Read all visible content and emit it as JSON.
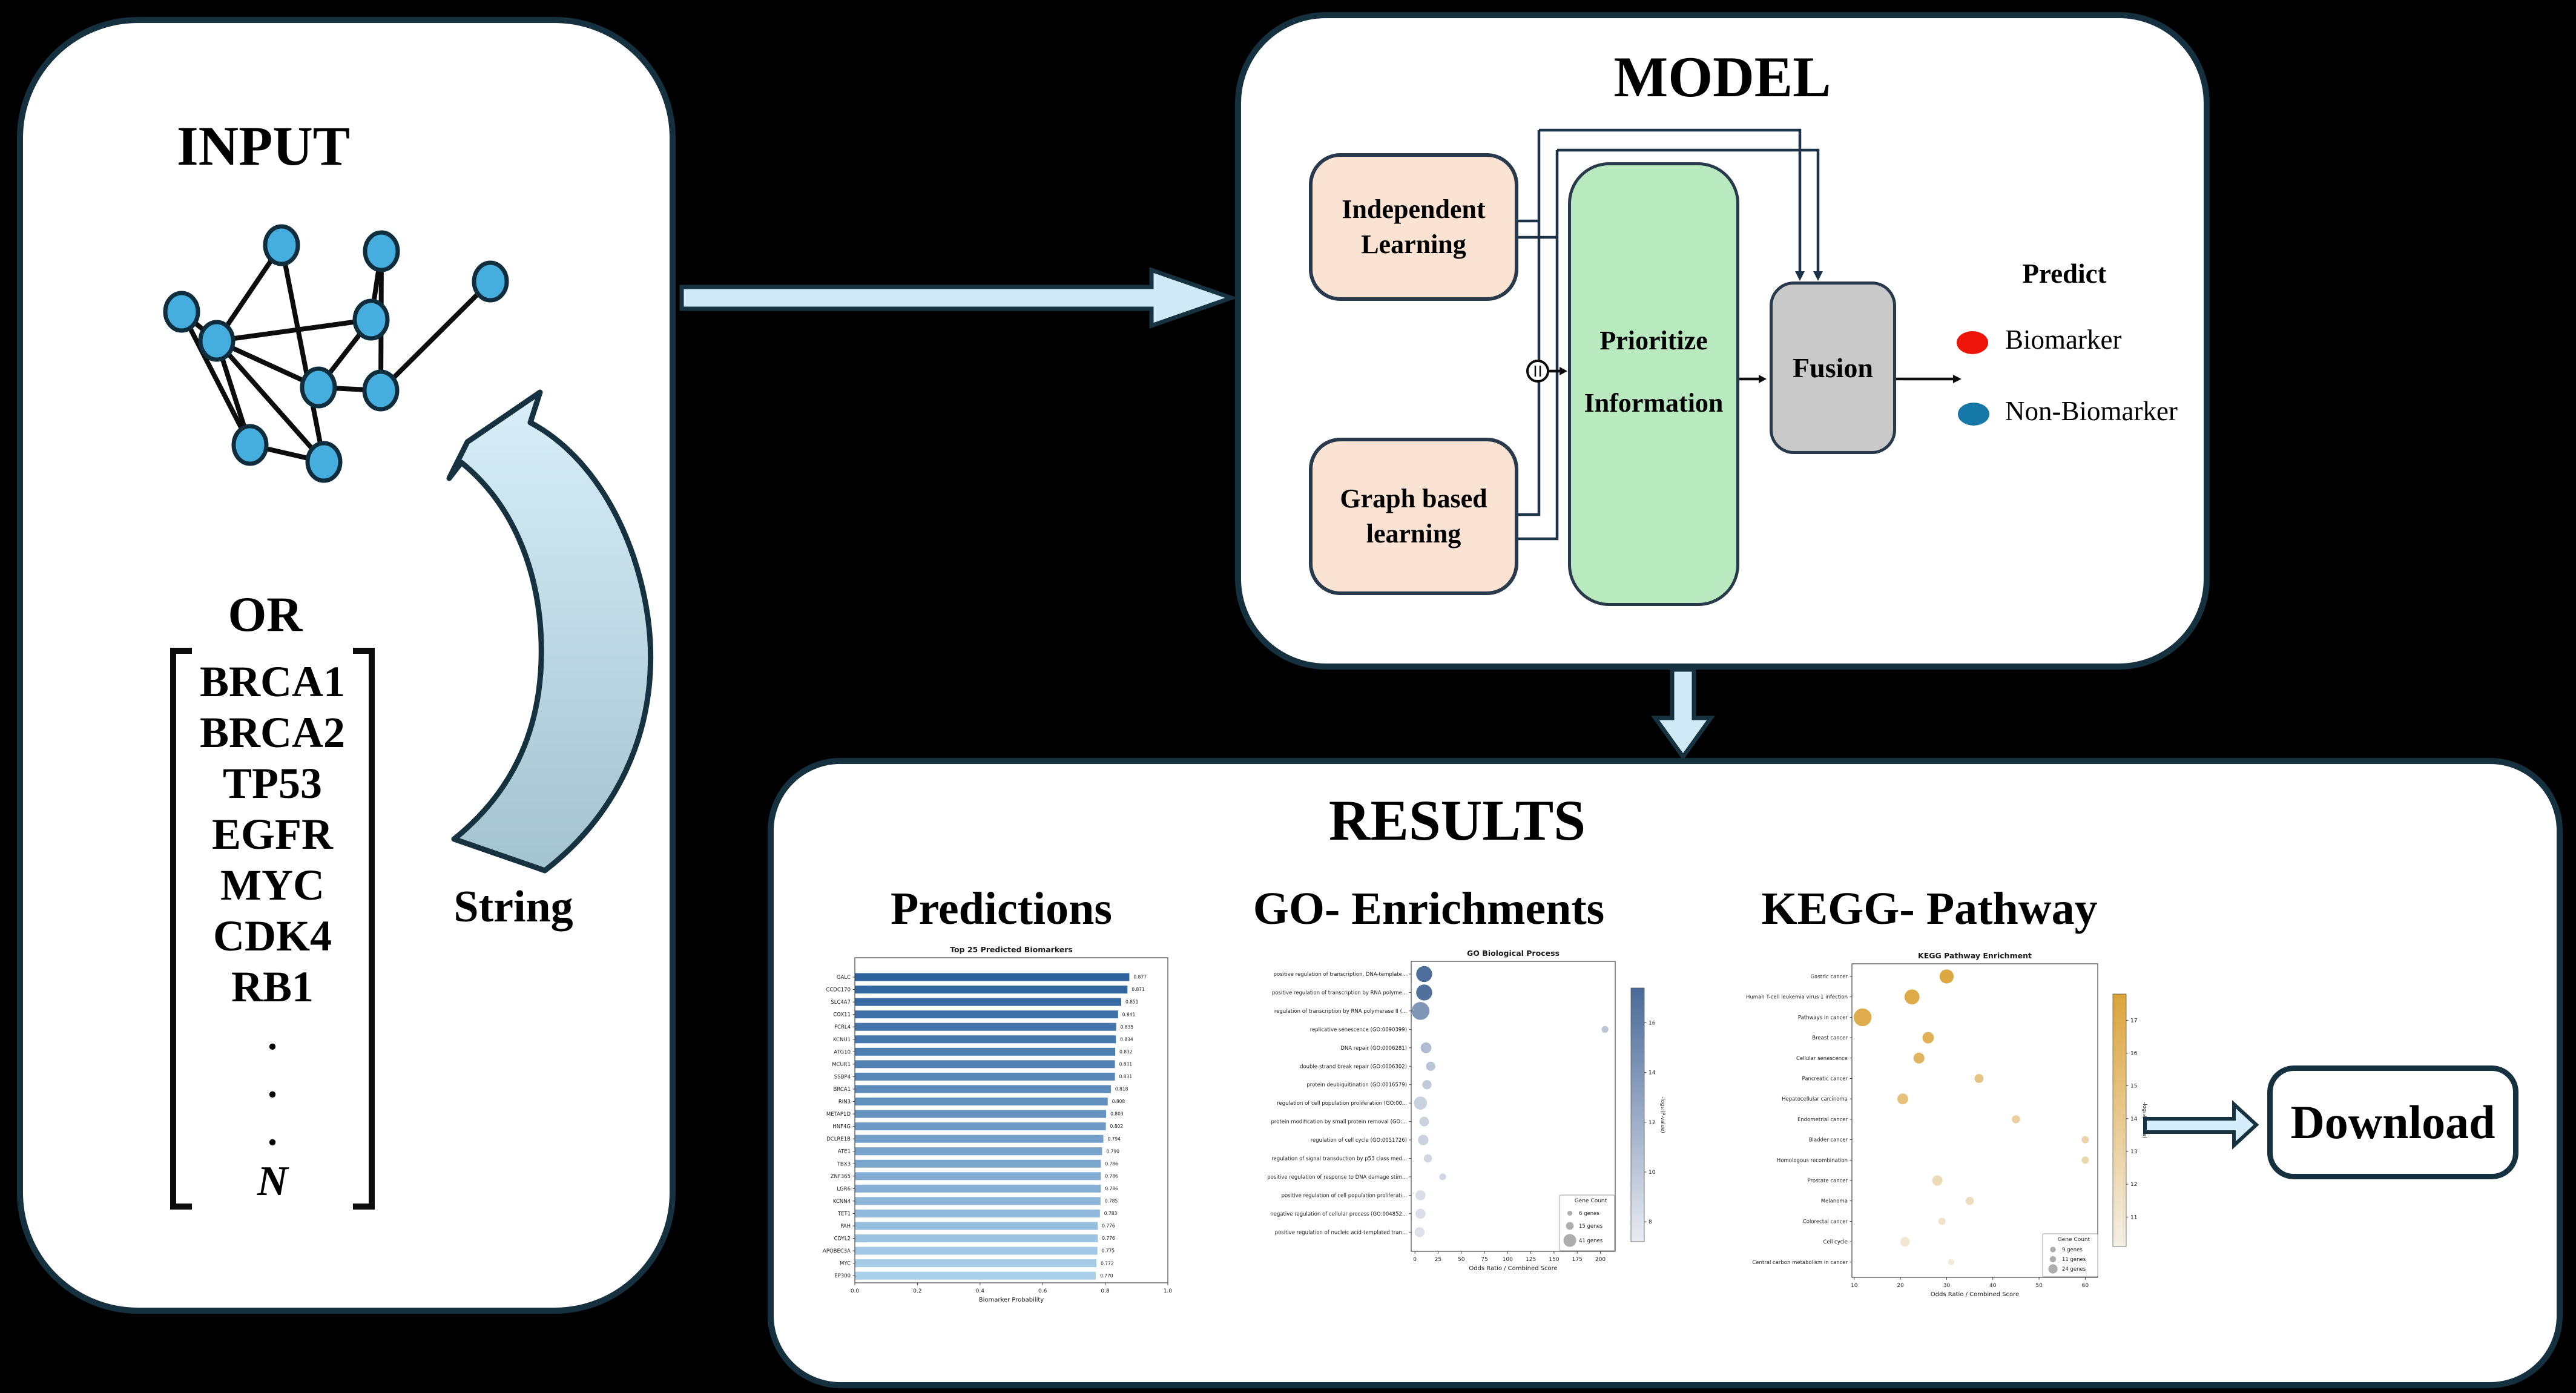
{
  "input_panel": {
    "title": "INPUT",
    "or_label": "OR",
    "string_label": "String",
    "genes": [
      "BRCA1",
      "BRCA2",
      "TP53",
      "EGFR",
      "MYC",
      "CDK4",
      "RB1"
    ],
    "ellipsis": [
      ".",
      ".",
      "."
    ],
    "n_label": "N"
  },
  "model_panel": {
    "title": "MODEL",
    "independent_learning": "Independent\nLearning",
    "graph_based_learning": "Graph based\nlearning",
    "prioritize_line1": "Prioritize",
    "prioritize_line2": "Information",
    "fusion": "Fusion",
    "predict_title": "Predict",
    "legend": [
      {
        "label": "Biomarker",
        "color": "#ee1409"
      },
      {
        "label": "Non-Biomarker",
        "color": "#1779a8"
      }
    ]
  },
  "results_panel": {
    "title": "RESULTS",
    "predictions_heading": "Predictions",
    "go_heading": "GO- Enrichments",
    "kegg_heading": "KEGG- Pathway",
    "download_label": "Download"
  },
  "colors": {
    "panel_border": "#15313f",
    "node_fill": "#45aede",
    "block_arrow_fill": "#cfe9f7",
    "swoosh_top": "#d9effa",
    "swoosh_bottom": "#a3c3cf",
    "peach_box": "#fbe3d3",
    "green_box": "#b9eabf",
    "gray_box": "#c9c9c9",
    "biomarker_dot": "#ee1409",
    "non_biomarker_dot": "#1779a8"
  },
  "chart_data": [
    {
      "type": "bar",
      "title": "Top 25 Predicted Biomarkers",
      "xlabel": "Biomarker Probability",
      "ylabel": "",
      "xlim": [
        0.0,
        1.0
      ],
      "xticks": [
        0.0,
        0.2,
        0.4,
        0.6,
        0.8,
        1.0
      ],
      "categories": [
        "GALC",
        "CCDC170",
        "SLC4A7",
        "COX11",
        "FCRL4",
        "KCNU1",
        "ATG10",
        "MCUR1",
        "SSBP4",
        "BRCA1",
        "RIN3",
        "METAP1D",
        "HNF4G",
        "DCLRE1B",
        "ATE1",
        "TBX3",
        "ZNF365",
        "LGR6",
        "KCNN4",
        "TET1",
        "PAH",
        "CDYL2",
        "APOBEC3A",
        "MYC",
        "EP300"
      ],
      "values": [
        0.877,
        0.871,
        0.851,
        0.841,
        0.835,
        0.834,
        0.832,
        0.831,
        0.831,
        0.818,
        0.808,
        0.803,
        0.802,
        0.794,
        0.79,
        0.786,
        0.786,
        0.786,
        0.785,
        0.783,
        0.776,
        0.776,
        0.775,
        0.772,
        0.77
      ],
      "bar_color_start": "#2e629d",
      "bar_color_end": "#abd0ea"
    },
    {
      "type": "bubble",
      "title": "GO Biological Process",
      "xlabel": "Odds Ratio / Combined Score",
      "xlim": [
        -4,
        216
      ],
      "xticks": [
        0,
        25,
        50,
        75,
        100,
        125,
        150,
        175,
        200
      ],
      "colorbar": {
        "label": "-log₁₀(P-value)",
        "ticks": [
          8,
          10,
          12,
          14,
          16
        ],
        "range": [
          7.2,
          17.4
        ],
        "color_low": "#e9ebf1",
        "color_high": "#4a6b99"
      },
      "size_legend": {
        "title": "Gene Count",
        "entries": [
          {
            "label": "6 genes",
            "count": 6
          },
          {
            "label": "15 genes",
            "count": 15
          },
          {
            "label": "41 genes",
            "count": 41
          }
        ]
      },
      "points": [
        {
          "label": "positive regulation of transcription, DNA-template...",
          "x": 10,
          "logp": 17.2,
          "count": 33
        },
        {
          "label": "positive regulation of transcription by RNA polyme...",
          "x": 10,
          "logp": 17.0,
          "count": 33
        },
        {
          "label": "regulation of transcription by RNA polymerase II (...",
          "x": 6,
          "logp": 14.0,
          "count": 41
        },
        {
          "label": "replicative senescence (GO:0090399)",
          "x": 205,
          "logp": 10.3,
          "count": 6
        },
        {
          "label": "DNA repair (GO:0006281)",
          "x": 12,
          "logp": 10.8,
          "count": 15
        },
        {
          "label": "double-strand break repair (GO:0006302)",
          "x": 17,
          "logp": 10.3,
          "count": 11
        },
        {
          "label": "protein deubiquitination (GO:0016579)",
          "x": 13,
          "logp": 9.8,
          "count": 11
        },
        {
          "label": "regulation of cell population proliferation (GO:00...",
          "x": 6,
          "logp": 9.3,
          "count": 22
        },
        {
          "label": "protein modification by small protein removal (GO:...",
          "x": 10,
          "logp": 9.2,
          "count": 12
        },
        {
          "label": "regulation of cell cycle (GO:0051726)",
          "x": 9,
          "logp": 9.2,
          "count": 14
        },
        {
          "label": "regulation of signal transduction by p53 class med...",
          "x": 14,
          "logp": 8.8,
          "count": 9
        },
        {
          "label": "positive regulation of response to DNA damage stim...",
          "x": 30,
          "logp": 8.8,
          "count": 6
        },
        {
          "label": "positive regulation of cell population proliferati...",
          "x": 6,
          "logp": 8.2,
          "count": 13
        },
        {
          "label": "negative regulation of cellular process (GO:004852...",
          "x": 6,
          "logp": 8.2,
          "count": 13
        },
        {
          "label": "positive regulation of nucleic acid-templated tran...",
          "x": 5,
          "logp": 8.0,
          "count": 13
        }
      ]
    },
    {
      "type": "bubble",
      "title": "KEGG Pathway Enrichment",
      "xlabel": "Odds Ratio / Combined Score",
      "xlim": [
        9.5,
        62.7
      ],
      "xticks": [
        10,
        20,
        30,
        40,
        50,
        60
      ],
      "colorbar": {
        "label": "-log₁₀(P-value)",
        "ticks": [
          11,
          12,
          13,
          14,
          15,
          16,
          17
        ],
        "range": [
          10.1,
          17.8
        ],
        "color_low": "#f4f0e6",
        "color_high": "#dca43a"
      },
      "size_legend": {
        "title": "Gene Count",
        "entries": [
          {
            "label": "9 genes",
            "count": 9
          },
          {
            "label": "11 genes",
            "count": 11
          },
          {
            "label": "24 genes",
            "count": 24
          }
        ]
      },
      "points": [
        {
          "label": "Gastric cancer",
          "x": 30,
          "logp": 17.5,
          "count": 15
        },
        {
          "label": "Human T-cell leukemia virus 1 infection",
          "x": 22.5,
          "logp": 17.2,
          "count": 17
        },
        {
          "label": "Pathways in cancer",
          "x": 11.8,
          "logp": 17.0,
          "count": 24
        },
        {
          "label": "Breast cancer",
          "x": 26,
          "logp": 16.5,
          "count": 10
        },
        {
          "label": "Cellular senescence",
          "x": 24,
          "logp": 16.1,
          "count": 9
        },
        {
          "label": "Pancreatic cancer",
          "x": 37,
          "logp": 14.6,
          "count": 6
        },
        {
          "label": "Hepatocellular carcinoma",
          "x": 20.5,
          "logp": 14.9,
          "count": 9
        },
        {
          "label": "Endometrial cancer",
          "x": 45,
          "logp": 13.4,
          "count": 5
        },
        {
          "label": "Bladder cancer",
          "x": 60,
          "logp": 12.9,
          "count": 4
        },
        {
          "label": "Homologous recombination",
          "x": 60,
          "logp": 12.7,
          "count": 4
        },
        {
          "label": "Prostate cancer",
          "x": 28,
          "logp": 12.2,
          "count": 8
        },
        {
          "label": "Melanoma",
          "x": 35,
          "logp": 12.0,
          "count": 5
        },
        {
          "label": "Colorectal cancer",
          "x": 29,
          "logp": 11.4,
          "count": 4
        },
        {
          "label": "Cell cycle",
          "x": 21,
          "logp": 11.0,
          "count": 7
        },
        {
          "label": "Central carbon metabolism in cancer",
          "x": 31,
          "logp": 10.6,
          "count": 3
        }
      ]
    }
  ]
}
